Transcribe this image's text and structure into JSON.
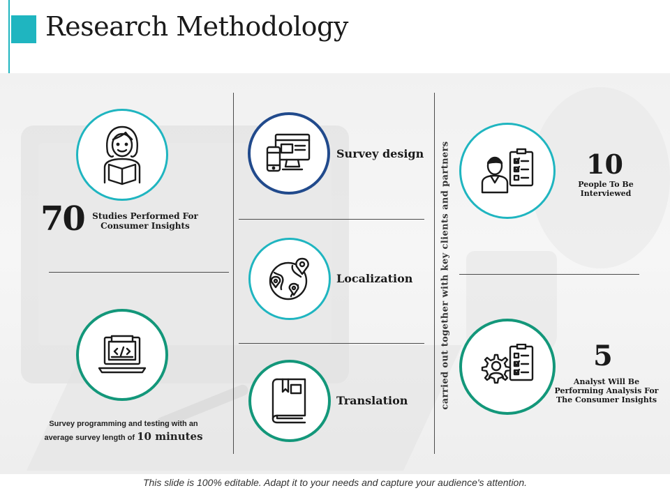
{
  "title": "Research Methodology",
  "steps": [
    {
      "label": "Survey design",
      "icon": "devices-icon"
    },
    {
      "label": "Localization",
      "icon": "globe-pins-icon"
    },
    {
      "label": "Translation",
      "icon": "book-icon"
    }
  ],
  "stats": {
    "studies": {
      "value": "70",
      "text": "Studies Performed For Consumer Insights"
    },
    "people": {
      "value": "10",
      "text": "People To Be Interviewed"
    },
    "analysts": {
      "value": "5",
      "text": "Analyst Will Be Performing Analysis For The Consumer Insights"
    }
  },
  "survey_note": {
    "line1": "Survey programming and testing with an",
    "line2_prefix": "average survey length of ",
    "line2_emph": "10 minutes"
  },
  "vertical_note": "carried out together with key clients and partners",
  "footer": "This slide is 100% editable. Adapt it to your needs and capture your audience's attention.",
  "icons": [
    "reader-woman-icon",
    "code-laptop-icon",
    "interview-checklist-icon",
    "gear-person-checklist-icon"
  ],
  "colors": {
    "teal": "#1fb5c0",
    "navy": "#214a8c",
    "green": "#13977a"
  }
}
